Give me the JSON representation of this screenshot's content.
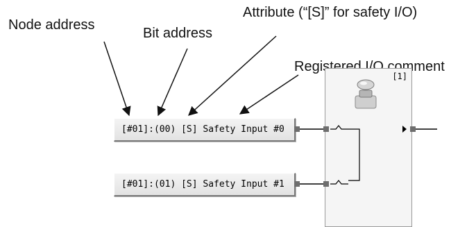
{
  "callouts": {
    "node_address": "Node address",
    "bit_address": "Bit address",
    "attribute": "Attribute (“[S]” for safety I/O)",
    "registered_comment": "Registered I/O comment"
  },
  "io_tags": [
    {
      "text": "[#01]:(00) [S] Safety Input #0"
    },
    {
      "text": "[#01]:(01) [S] Safety Input #1"
    }
  ],
  "function_block": {
    "number": "[1]",
    "icon": "safety-emergency-stop-icon"
  },
  "colors": {
    "arrow": "#111111",
    "wire": "#000000",
    "terminal": "#6e6e6e",
    "block_bg": "#f5f5f5"
  }
}
